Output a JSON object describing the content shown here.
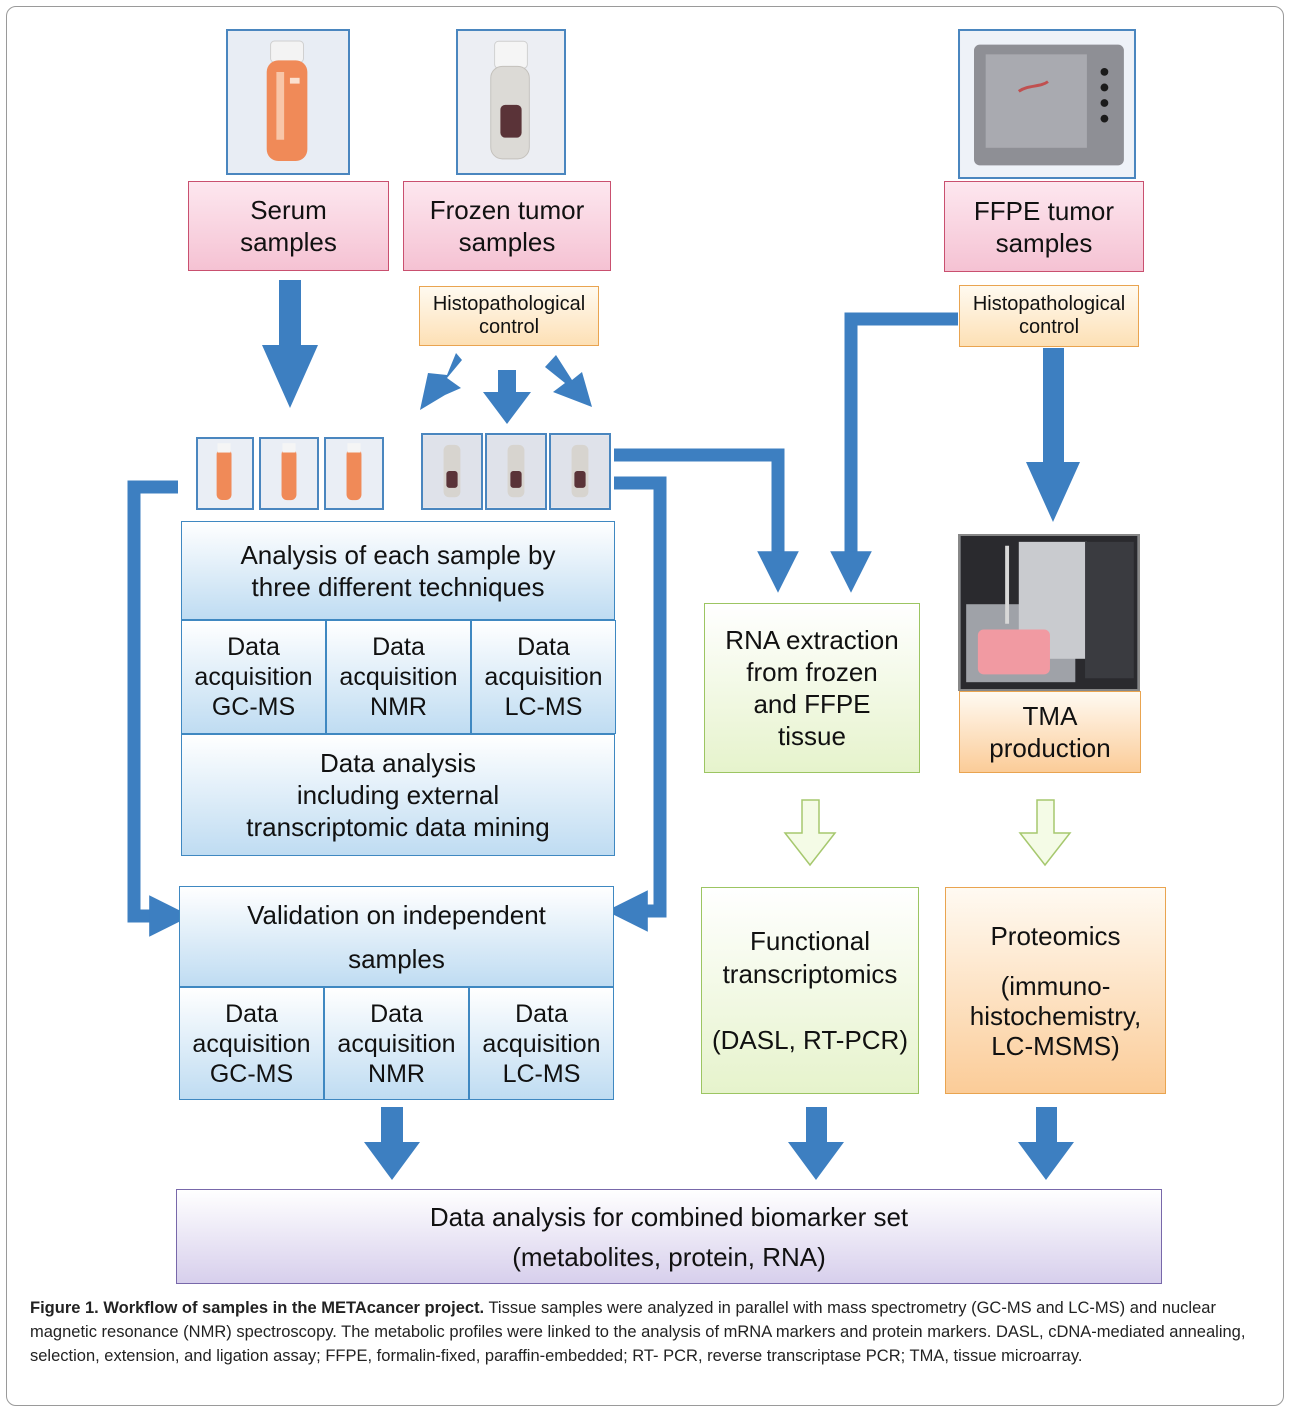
{
  "nodes": {
    "serum": [
      "Serum",
      "samples"
    ],
    "frozen": [
      "Frozen tumor",
      "samples"
    ],
    "ffpe": [
      "FFPE tumor",
      "samples"
    ],
    "histo_left": [
      "Histopathological",
      "control"
    ],
    "histo_right": [
      "Histopathological",
      "control"
    ],
    "analysis": [
      "Analysis of each sample by",
      "three different techniques"
    ],
    "acq_gcms_1": [
      "Data",
      "acquisition",
      "GC-MS"
    ],
    "acq_nmr_1": [
      "Data",
      "acquisition",
      "NMR"
    ],
    "acq_lcms_1": [
      "Data",
      "acquisition",
      "LC-MS"
    ],
    "data_analysis": [
      "Data analysis",
      "including external",
      "transcriptomic data mining"
    ],
    "validation": [
      "Validation on independent",
      "samples"
    ],
    "acq_gcms_2": [
      "Data",
      "acquisition",
      "GC-MS"
    ],
    "acq_nmr_2": [
      "Data",
      "acquisition",
      "NMR"
    ],
    "acq_lcms_2": [
      "Data",
      "acquisition",
      "LC-MS"
    ],
    "rna": [
      "RNA extraction",
      "from frozen",
      "and FFPE",
      "tissue"
    ],
    "tma": [
      "TMA",
      "production"
    ],
    "functional": [
      "Functional",
      "transcriptomics",
      "",
      "(DASL, RT-PCR)"
    ],
    "proteomics": [
      "Proteomics",
      "",
      "(immuno-",
      "histochemistry,",
      "LC-MSMS)"
    ],
    "combined": [
      "Data analysis for combined biomarker set",
      "(metabolites, protein, RNA)"
    ]
  },
  "caption": {
    "title": "Figure 1. Workflow of samples in the METAcancer project.",
    "body": " Tissue samples were analyzed in parallel with mass spectrometry (GC-MS and LC-MS) and nuclear magnetic resonance (NMR) spectroscopy. The metabolic profiles were linked to the analysis of mRNA markers and protein markers. DASL, cDNA-mediated annealing, selection, extension, and ligation assay; FFPE, formalin-fixed, paraffin-embedded; RT- PCR, reverse transcriptase PCR; TMA, tissue microarray."
  },
  "colors": {
    "arrow": "#3d7fc1",
    "hollow_arrow_fill": "#f4fbe6",
    "hollow_arrow_stroke": "#a6c86e"
  },
  "icons": {
    "serum_photo": "serum-tube-photo",
    "frozen_photo": "frozen-tumor-tube-photo",
    "ffpe_photo": "ffpe-cassette-photo",
    "tma_photo": "tma-machine-photo"
  }
}
